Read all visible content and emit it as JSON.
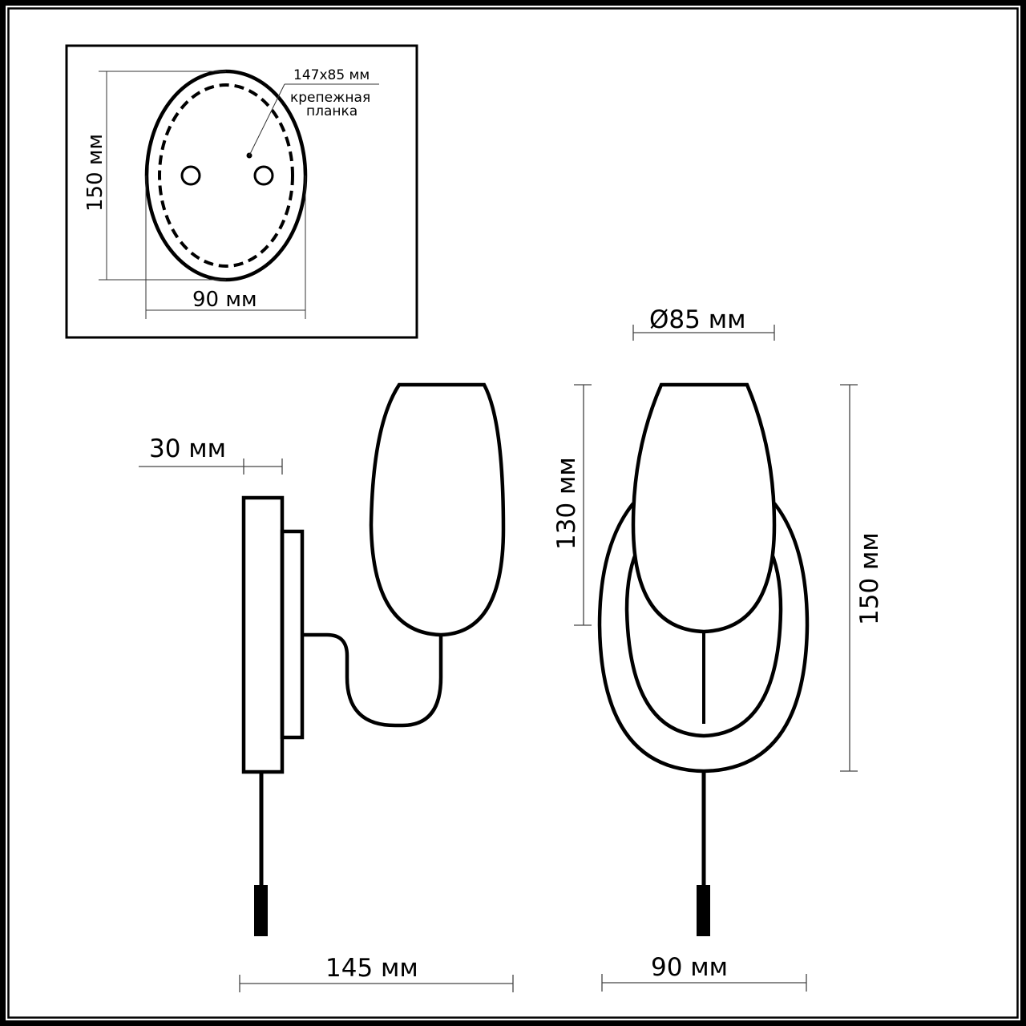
{
  "drawing": {
    "colors": {
      "line": "#000000",
      "dimension_line": "#444444",
      "background": "#ffffff"
    },
    "inset_mounting_plate": {
      "height_label": "150 мм",
      "width_label": "90 мм",
      "plate_size_label": "147x85 мм",
      "plate_caption_line1": "крепежная",
      "plate_caption_line2": "планка"
    },
    "side_view": {
      "depth_label": "30 мм",
      "length_label": "145 мм"
    },
    "front_view": {
      "shade_diameter_label": "Ø85 мм",
      "shade_height_label": "130 мм",
      "total_height_label": "150 мм",
      "width_label": "90 мм"
    }
  }
}
